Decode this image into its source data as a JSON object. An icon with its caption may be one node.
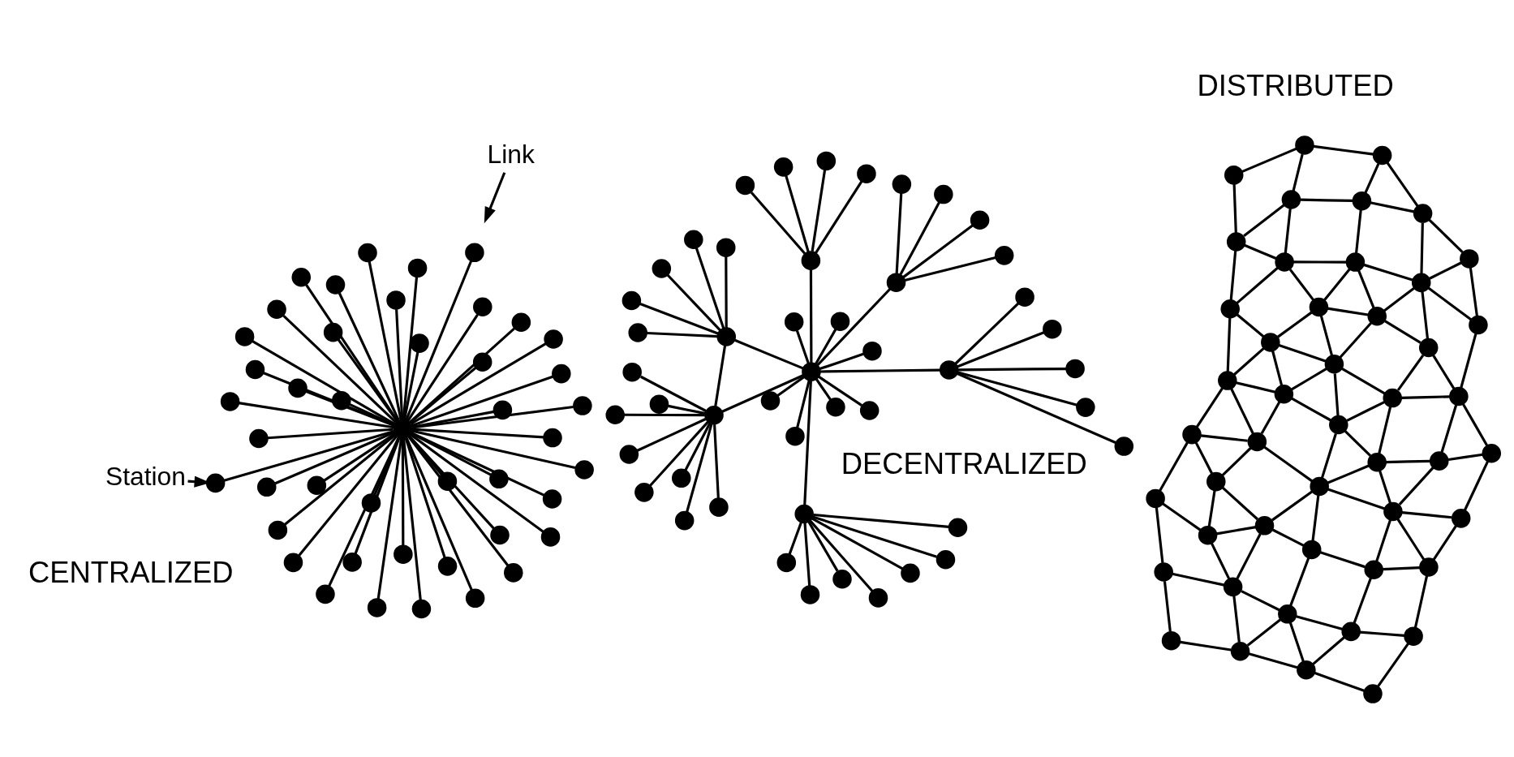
{
  "diagram": {
    "nodes": [
      {
        "text": [],
        "shape": "circle"
      },
      {
        "text": [],
        "shape": "circle"
      },
      {
        "text": [],
        "shape": "circle"
      },
      {
        "text": [],
        "shape": "circle"
      },
      {
        "text": [],
        "shape": "circle"
      },
      {
        "text": [],
        "shape": "circle"
      },
      {
        "text": [],
        "shape": "circle"
      },
      {
        "text": [],
        "shape": "circle"
      },
      {
        "text": [],
        "shape": "circle"
      },
      {
        "text": [],
        "shape": "circle"
      },
      {
        "text": [],
        "shape": "circle"
      },
      {
        "text": [],
        "shape": "circle"
      },
      {
        "text": [],
        "shape": "circle"
      },
      {
        "text": [],
        "shape": "circle"
      },
      {
        "text": [],
        "shape": "circle"
      },
      {
        "text": [],
        "shape": "circle"
      },
      {
        "text": [],
        "shape": "circle"
      },
      {
        "text": [],
        "shape": "circle"
      },
      {
        "text": [],
        "shape": "circle"
      },
      {
        "text": [],
        "shape": "circle"
      },
      {
        "text": [],
        "shape": "circle"
      },
      {
        "text": [],
        "shape": "circle"
      },
      {
        "text": [],
        "shape": "circle"
      },
      {
        "text": [],
        "shape": "circle"
      },
      {
        "text": [],
        "shape": "circle"
      },
      {
        "text": [],
        "shape": "circle"
      },
      {
        "text": [],
        "shape": "circle"
      },
      {
        "text": [],
        "shape": "circle"
      },
      {
        "text": [],
        "shape": "circle"
      },
      {
        "text": [],
        "shape": "circle"
      },
      {
        "text": [],
        "shape": "circle"
      },
      {
        "text": [],
        "shape": "circle"
      },
      {
        "text": [],
        "shape": "circle"
      },
      {
        "text": [],
        "shape": "circle"
      },
      {
        "text": [],
        "shape": "circle"
      },
      {
        "text": [],
        "shape": "circle"
      },
      {
        "text": [],
        "shape": "circle"
      },
      {
        "text": [],
        "shape": "circle"
      },
      {
        "text": [],
        "shape": "circle"
      },
      {
        "text": [],
        "shape": "circle"
      },
      {
        "text": [],
        "shape": "circle"
      },
      {
        "text": [],
        "shape": "circle"
      },
      {
        "text": [],
        "shape": "circle"
      },
      {
        "text": [],
        "shape": "circle"
      },
      {
        "text": [
          "Station"
        ]
      },
      {
        "text": [
          "Link"
        ]
      },
      {
        "text": [],
        "shape": "circle"
      },
      {
        "text": [],
        "shape": "circle"
      },
      {
        "text": [],
        "shape": "circle"
      },
      {
        "text": [],
        "shape": "circle"
      },
      {
        "text": [],
        "shape": "circle"
      },
      {
        "text": [],
        "shape": "circle"
      },
      {
        "text": [],
        "shape": "circle"
      },
      {
        "text": [],
        "shape": "circle"
      },
      {
        "text": [],
        "shape": "circle"
      },
      {
        "text": [],
        "shape": "circle"
      },
      {
        "text": [],
        "shape": "circle"
      },
      {
        "text": [],
        "shape": "circle"
      },
      {
        "text": [],
        "shape": "circle"
      },
      {
        "text": [],
        "shape": "circle"
      },
      {
        "text": [],
        "shape": "circle"
      },
      {
        "text": [],
        "shape": "circle"
      },
      {
        "text": [],
        "shape": "circle"
      },
      {
        "text": [],
        "shape": "circle"
      },
      {
        "text": [],
        "shape": "circle"
      },
      {
        "text": [],
        "shape": "circle"
      },
      {
        "text": [],
        "shape": "circle"
      },
      {
        "text": [],
        "shape": "circle"
      },
      {
        "text": [],
        "shape": "circle"
      },
      {
        "text": [],
        "shape": "circle"
      },
      {
        "text": [],
        "shape": "circle"
      },
      {
        "text": [],
        "shape": "circle"
      },
      {
        "text": [],
        "shape": "circle"
      },
      {
        "text": [],
        "shape": "circle"
      },
      {
        "text": [],
        "shape": "circle"
      },
      {
        "text": [],
        "shape": "circle"
      },
      {
        "text": [],
        "shape": "circle"
      },
      {
        "text": [],
        "shape": "circle"
      },
      {
        "text": [],
        "shape": "circle"
      },
      {
        "text": [],
        "shape": "circle"
      },
      {
        "text": [],
        "shape": "circle"
      },
      {
        "text": [],
        "shape": "circle"
      },
      {
        "text": [],
        "shape": "circle"
      },
      {
        "text": [],
        "shape": "circle"
      },
      {
        "text": [],
        "shape": "circle"
      },
      {
        "text": [],
        "shape": "circle"
      },
      {
        "text": [],
        "shape": "circle"
      },
      {
        "text": [],
        "shape": "circle"
      },
      {
        "text": [],
        "shape": "circle"
      },
      {
        "text": [],
        "shape": "circle"
      },
      {
        "text": [],
        "shape": "circle"
      },
      {
        "text": [],
        "shape": "circle"
      },
      {
        "text": [],
        "shape": "circle"
      },
      {
        "text": [],
        "shape": "circle"
      },
      {
        "text": [],
        "shape": "circle"
      },
      {
        "text": [],
        "shape": "circle"
      },
      {
        "text": [],
        "shape": "circle"
      },
      {
        "text": [],
        "shape": "circle"
      },
      {
        "text": [],
        "shape": "circle"
      },
      {
        "text": [],
        "shape": "circle"
      },
      {
        "text": [],
        "shape": "circle"
      },
      {
        "text": [],
        "shape": "circle"
      },
      {
        "text": [],
        "shape": "circle"
      },
      {
        "text": [],
        "shape": "circle"
      },
      {
        "text": [],
        "shape": "circle"
      },
      {
        "text": [],
        "shape": "circle"
      },
      {
        "text": [],
        "shape": "circle"
      },
      {
        "text": [],
        "shape": "circle"
      },
      {
        "text": [],
        "shape": "circle"
      },
      {
        "text": [],
        "shape": "circle"
      },
      {
        "text": [],
        "shape": "circle"
      },
      {
        "text": [],
        "shape": "circle"
      },
      {
        "text": [],
        "shape": "circle"
      },
      {
        "text": [],
        "shape": "circle"
      },
      {
        "text": [],
        "shape": "circle"
      },
      {
        "text": [],
        "shape": "circle"
      },
      {
        "text": [],
        "shape": "circle"
      },
      {
        "text": [],
        "shape": "circle"
      },
      {
        "text": [],
        "shape": "circle"
      },
      {
        "text": [],
        "shape": "circle"
      },
      {
        "text": [],
        "shape": "circle"
      },
      {
        "text": [],
        "shape": "circle"
      },
      {
        "text": [],
        "shape": "circle"
      },
      {
        "text": [],
        "shape": "circle"
      },
      {
        "text": [],
        "shape": "circle"
      },
      {
        "text": [],
        "shape": "circle"
      },
      {
        "text": [],
        "shape": "circle"
      },
      {
        "text": [],
        "shape": "circle"
      },
      {
        "text": [],
        "shape": "circle"
      },
      {
        "text": [],
        "shape": "circle"
      },
      {
        "text": [],
        "shape": "circle"
      },
      {
        "text": [],
        "shape": "circle"
      },
      {
        "text": [],
        "shape": "circle"
      },
      {
        "text": [],
        "shape": "circle"
      },
      {
        "text": [],
        "shape": "circle"
      },
      {
        "text": [],
        "shape": "circle"
      },
      {
        "text": [],
        "shape": "circle"
      },
      {
        "text": [],
        "shape": "circle"
      },
      {
        "text": [],
        "shape": "circle"
      },
      {
        "text": [],
        "shape": "circle"
      }
    ],
    "edges": [
      {
        "from": 0,
        "to": 1,
        "arrow": "none"
      },
      {
        "from": 0,
        "to": 2,
        "arrow": "none"
      },
      {
        "from": 0,
        "to": 3,
        "arrow": "none"
      },
      {
        "from": 0,
        "to": 4,
        "arrow": "none"
      },
      {
        "from": 0,
        "to": 5,
        "arrow": "none"
      },
      {
        "from": 0,
        "to": 6,
        "arrow": "none"
      },
      {
        "from": 0,
        "to": 7,
        "arrow": "none"
      },
      {
        "from": 0,
        "to": 8,
        "arrow": "none"
      },
      {
        "from": 0,
        "to": 9,
        "arrow": "none"
      },
      {
        "from": 0,
        "to": 10,
        "arrow": "none"
      },
      {
        "from": 0,
        "to": 11,
        "arrow": "none"
      },
      {
        "from": 0,
        "to": 12,
        "arrow": "none"
      },
      {
        "from": 0,
        "to": 13,
        "arrow": "none"
      },
      {
        "from": 0,
        "to": 14,
        "arrow": "none"
      },
      {
        "from": 0,
        "to": 15,
        "arrow": "none"
      },
      {
        "from": 0,
        "to": 16,
        "arrow": "none"
      },
      {
        "from": 0,
        "to": 17,
        "arrow": "none"
      },
      {
        "from": 0,
        "to": 18,
        "arrow": "none"
      },
      {
        "from": 0,
        "to": 19,
        "arrow": "none"
      },
      {
        "from": 0,
        "to": 20,
        "arrow": "none"
      },
      {
        "from": 0,
        "to": 21,
        "arrow": "none"
      },
      {
        "from": 0,
        "to": 22,
        "arrow": "none"
      },
      {
        "from": 0,
        "to": 23,
        "arrow": "none"
      },
      {
        "from": 0,
        "to": 24,
        "arrow": "none"
      },
      {
        "from": 0,
        "to": 25,
        "arrow": "none"
      },
      {
        "from": 0,
        "to": 26,
        "arrow": "none"
      },
      {
        "from": 0,
        "to": 27,
        "arrow": "none"
      },
      {
        "from": 0,
        "to": 28,
        "arrow": "none"
      },
      {
        "from": 0,
        "to": 29,
        "arrow": "none"
      },
      {
        "from": 0,
        "to": 30,
        "arrow": "none"
      },
      {
        "from": 0,
        "to": 31,
        "arrow": "none"
      },
      {
        "from": 0,
        "to": 32,
        "arrow": "none"
      },
      {
        "from": 0,
        "to": 33,
        "arrow": "none"
      },
      {
        "from": 0,
        "to": 34,
        "arrow": "none"
      },
      {
        "from": 0,
        "to": 35,
        "arrow": "none"
      },
      {
        "from": 0,
        "to": 36,
        "arrow": "none"
      },
      {
        "from": 0,
        "to": 37,
        "arrow": "none"
      },
      {
        "from": 0,
        "to": 38,
        "arrow": "none"
      },
      {
        "from": 0,
        "to": 39,
        "arrow": "none"
      },
      {
        "from": 0,
        "to": 40,
        "arrow": "none"
      },
      {
        "from": 0,
        "to": 41,
        "arrow": "none"
      },
      {
        "from": 0,
        "to": 42,
        "arrow": "none"
      },
      {
        "from": 0,
        "to": 43,
        "arrow": "none"
      },
      {
        "from": 44,
        "to": 43,
        "arrow": "to"
      },
      {
        "from": 45,
        "to": null,
        "arrow": "to"
      },
      {
        "from": 46,
        "to": 47,
        "arrow": "none"
      },
      {
        "from": 46,
        "to": 48,
        "arrow": "none"
      },
      {
        "from": 46,
        "to": 49,
        "arrow": "none"
      },
      {
        "from": 46,
        "to": 50,
        "arrow": "none"
      },
      {
        "from": 46,
        "to": 51,
        "arrow": "none"
      },
      {
        "from": 46,
        "to": 52,
        "arrow": "none"
      },
      {
        "from": 46,
        "to": 53,
        "arrow": "none"
      },
      {
        "from": 46,
        "to": 54,
        "arrow": "none"
      },
      {
        "from": 55,
        "to": 56,
        "arrow": "none"
      },
      {
        "from": 55,
        "to": 57,
        "arrow": "none"
      },
      {
        "from": 55,
        "to": 58,
        "arrow": "none"
      },
      {
        "from": 55,
        "to": 59,
        "arrow": "none"
      },
      {
        "from": 55,
        "to": 60,
        "arrow": "none"
      },
      {
        "from": 46,
        "to": 55,
        "arrow": "none"
      },
      {
        "from": 46,
        "to": 61,
        "arrow": "none"
      },
      {
        "from": 55,
        "to": 61,
        "arrow": "none"
      },
      {
        "from": 61,
        "to": 62,
        "arrow": "none"
      },
      {
        "from": 61,
        "to": 63,
        "arrow": "none"
      },
      {
        "from": 61,
        "to": 64,
        "arrow": "none"
      },
      {
        "from": 61,
        "to": 65,
        "arrow": "none"
      },
      {
        "from": 61,
        "to": 66,
        "arrow": "none"
      },
      {
        "from": 61,
        "to": 67,
        "arrow": "none"
      },
      {
        "from": 61,
        "to": 68,
        "arrow": "none"
      },
      {
        "from": 61,
        "to": 69,
        "arrow": "none"
      },
      {
        "from": 69,
        "to": 70,
        "arrow": "none"
      },
      {
        "from": 69,
        "to": 71,
        "arrow": "none"
      },
      {
        "from": 69,
        "to": 72,
        "arrow": "none"
      },
      {
        "from": 69,
        "to": 73,
        "arrow": "none"
      },
      {
        "from": 69,
        "to": 74,
        "arrow": "none"
      },
      {
        "from": 69,
        "to": 75,
        "arrow": "none"
      },
      {
        "from": 69,
        "to": 76,
        "arrow": "none"
      },
      {
        "from": 61,
        "to": 77,
        "arrow": "none"
      },
      {
        "from": 77,
        "to": 78,
        "arrow": "none"
      },
      {
        "from": 77,
        "to": 79,
        "arrow": "none"
      },
      {
        "from": 77,
        "to": 80,
        "arrow": "none"
      },
      {
        "from": 77,
        "to": 81,
        "arrow": "none"
      },
      {
        "from": 61,
        "to": 82,
        "arrow": "none"
      },
      {
        "from": 82,
        "to": 83,
        "arrow": "none"
      },
      {
        "from": 82,
        "to": 84,
        "arrow": "none"
      },
      {
        "from": 82,
        "to": 85,
        "arrow": "none"
      },
      {
        "from": 82,
        "to": 86,
        "arrow": "none"
      },
      {
        "from": 82,
        "to": 87,
        "arrow": "none"
      },
      {
        "from": 61,
        "to": 88,
        "arrow": "none"
      },
      {
        "from": 88,
        "to": 89,
        "arrow": "none"
      },
      {
        "from": 88,
        "to": 90,
        "arrow": "none"
      },
      {
        "from": 88,
        "to": 91,
        "arrow": "none"
      },
      {
        "from": 88,
        "to": 92,
        "arrow": "none"
      },
      {
        "from": 93,
        "to": 94,
        "arrow": "none"
      },
      {
        "from": 93,
        "to": 97,
        "arrow": "none"
      },
      {
        "from": 94,
        "to": 95,
        "arrow": "none"
      },
      {
        "from": 95,
        "to": 96,
        "arrow": "none"
      },
      {
        "from": 96,
        "to": 98,
        "arrow": "none"
      },
      {
        "from": 94,
        "to": 99,
        "arrow": "none"
      },
      {
        "from": 94,
        "to": 100,
        "arrow": "none"
      },
      {
        "from": 95,
        "to": 100,
        "arrow": "none"
      },
      {
        "from": 95,
        "to": 101,
        "arrow": "none"
      },
      {
        "from": 97,
        "to": 99,
        "arrow": "none"
      },
      {
        "from": 97,
        "to": 103,
        "arrow": "none"
      },
      {
        "from": 99,
        "to": 100,
        "arrow": "none"
      },
      {
        "from": 100,
        "to": 101,
        "arrow": "none"
      },
      {
        "from": 101,
        "to": 98,
        "arrow": "none"
      },
      {
        "from": 98,
        "to": 102,
        "arrow": "none"
      },
      {
        "from": 101,
        "to": 107,
        "arrow": "none"
      },
      {
        "from": 99,
        "to": 104,
        "arrow": "none"
      },
      {
        "from": 99,
        "to": 105,
        "arrow": "none"
      },
      {
        "from": 103,
        "to": 104,
        "arrow": "none"
      },
      {
        "from": 103,
        "to": 111,
        "arrow": "none"
      },
      {
        "from": 104,
        "to": 105,
        "arrow": "none"
      },
      {
        "from": 104,
        "to": 108,
        "arrow": "none"
      },
      {
        "from": 105,
        "to": 106,
        "arrow": "none"
      },
      {
        "from": 105,
        "to": 112,
        "arrow": "none"
      },
      {
        "from": 106,
        "to": 107,
        "arrow": "none"
      },
      {
        "from": 100,
        "to": 106,
        "arrow": "none"
      },
      {
        "from": 106,
        "to": 112,
        "arrow": "none"
      },
      {
        "from": 107,
        "to": 102,
        "arrow": "none"
      },
      {
        "from": 107,
        "to": 109,
        "arrow": "none"
      },
      {
        "from": 102,
        "to": 109,
        "arrow": "none"
      },
      {
        "from": 102,
        "to": 110,
        "arrow": "none"
      },
      {
        "from": 109,
        "to": 110,
        "arrow": "none"
      },
      {
        "from": 108,
        "to": 105,
        "arrow": "none"
      },
      {
        "from": 108,
        "to": 111,
        "arrow": "none"
      },
      {
        "from": 108,
        "to": 113,
        "arrow": "none"
      },
      {
        "from": 111,
        "to": 113,
        "arrow": "none"
      },
      {
        "from": 112,
        "to": 109,
        "arrow": "none"
      },
      {
        "from": 112,
        "to": 113,
        "arrow": "none"
      },
      {
        "from": 112,
        "to": 115,
        "arrow": "none"
      },
      {
        "from": 112,
        "to": 118,
        "arrow": "none"
      },
      {
        "from": 109,
        "to": 115,
        "arrow": "none"
      },
      {
        "from": 109,
        "to": 116,
        "arrow": "none"
      },
      {
        "from": 110,
        "to": 114,
        "arrow": "none"
      },
      {
        "from": 114,
        "to": 116,
        "arrow": "none"
      },
      {
        "from": 115,
        "to": 116,
        "arrow": "none"
      },
      {
        "from": 113,
        "to": 117,
        "arrow": "none"
      },
      {
        "from": 115,
        "to": 118,
        "arrow": "none"
      },
      {
        "from": 117,
        "to": 118,
        "arrow": "none"
      },
      {
        "from": 111,
        "to": 119,
        "arrow": "none"
      },
      {
        "from": 119,
        "to": 113,
        "arrow": "none"
      },
      {
        "from": 119,
        "to": 117,
        "arrow": "none"
      },
      {
        "from": 116,
        "to": 121,
        "arrow": "none"
      },
      {
        "from": 114,
        "to": 121,
        "arrow": "none"
      },
      {
        "from": 115,
        "to": 120,
        "arrow": "none"
      },
      {
        "from": 118,
        "to": 120,
        "arrow": "none"
      },
      {
        "from": 118,
        "to": 122,
        "arrow": "none"
      },
      {
        "from": 117,
        "to": 122,
        "arrow": "none"
      },
      {
        "from": 117,
        "to": 124,
        "arrow": "none"
      },
      {
        "from": 120,
        "to": 121,
        "arrow": "none"
      },
      {
        "from": 120,
        "to": 122,
        "arrow": "none"
      },
      {
        "from": 120,
        "to": 123,
        "arrow": "none"
      },
      {
        "from": 121,
        "to": 123,
        "arrow": "none"
      },
      {
        "from": 121,
        "to": 130,
        "arrow": "none"
      },
      {
        "from": 119,
        "to": 124,
        "arrow": "none"
      },
      {
        "from": 119,
        "to": 127,
        "arrow": "none"
      },
      {
        "from": 122,
        "to": 124,
        "arrow": "none"
      },
      {
        "from": 122,
        "to": 125,
        "arrow": "none"
      },
      {
        "from": 122,
        "to": 126,
        "arrow": "none"
      },
      {
        "from": 123,
        "to": 126,
        "arrow": "none"
      },
      {
        "from": 123,
        "to": 129,
        "arrow": "none"
      },
      {
        "from": 124,
        "to": 125,
        "arrow": "none"
      },
      {
        "from": 124,
        "to": 127,
        "arrow": "none"
      },
      {
        "from": 125,
        "to": 126,
        "arrow": "none"
      },
      {
        "from": 125,
        "to": 128,
        "arrow": "none"
      },
      {
        "from": 125,
        "to": 131,
        "arrow": "none"
      },
      {
        "from": 126,
        "to": 128,
        "arrow": "none"
      },
      {
        "from": 126,
        "to": 129,
        "arrow": "none"
      },
      {
        "from": 128,
        "to": 129,
        "arrow": "none"
      },
      {
        "from": 128,
        "to": 131,
        "arrow": "none"
      },
      {
        "from": 128,
        "to": 136,
        "arrow": "none"
      },
      {
        "from": 129,
        "to": 130,
        "arrow": "none"
      },
      {
        "from": 129,
        "to": 132,
        "arrow": "none"
      },
      {
        "from": 129,
        "to": 133,
        "arrow": "none"
      },
      {
        "from": 130,
        "to": 132,
        "arrow": "none"
      },
      {
        "from": 127,
        "to": 131,
        "arrow": "none"
      },
      {
        "from": 127,
        "to": 134,
        "arrow": "none"
      },
      {
        "from": 131,
        "to": 134,
        "arrow": "none"
      },
      {
        "from": 131,
        "to": 135,
        "arrow": "none"
      },
      {
        "from": 134,
        "to": 135,
        "arrow": "none"
      },
      {
        "from": 135,
        "to": 136,
        "arrow": "none"
      },
      {
        "from": 136,
        "to": 133,
        "arrow": "none"
      },
      {
        "from": 136,
        "to": 137,
        "arrow": "none"
      },
      {
        "from": 133,
        "to": 137,
        "arrow": "none"
      },
      {
        "from": 133,
        "to": 132,
        "arrow": "none"
      },
      {
        "from": 134,
        "to": 138,
        "arrow": "none"
      },
      {
        "from": 135,
        "to": 139,
        "arrow": "none"
      },
      {
        "from": 138,
        "to": 139,
        "arrow": "none"
      },
      {
        "from": 139,
        "to": 137,
        "arrow": "none"
      }
    ],
    "labels": [
      "CENTRALIZED",
      "DECENTRALIZED",
      "DISTRIBUTED"
    ]
  }
}
